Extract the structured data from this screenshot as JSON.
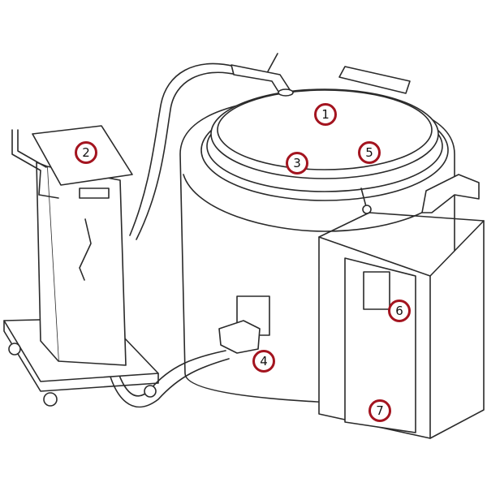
{
  "callouts": [
    {
      "id": "1",
      "label": "1"
    },
    {
      "id": "2",
      "label": "2"
    },
    {
      "id": "3",
      "label": "3"
    },
    {
      "id": "4",
      "label": "4"
    },
    {
      "id": "5",
      "label": "5"
    },
    {
      "id": "6",
      "label": "6"
    },
    {
      "id": "7",
      "label": "7"
    }
  ],
  "colors": {
    "callout_ring": "#a3141f",
    "line": "#2a2a2a"
  }
}
